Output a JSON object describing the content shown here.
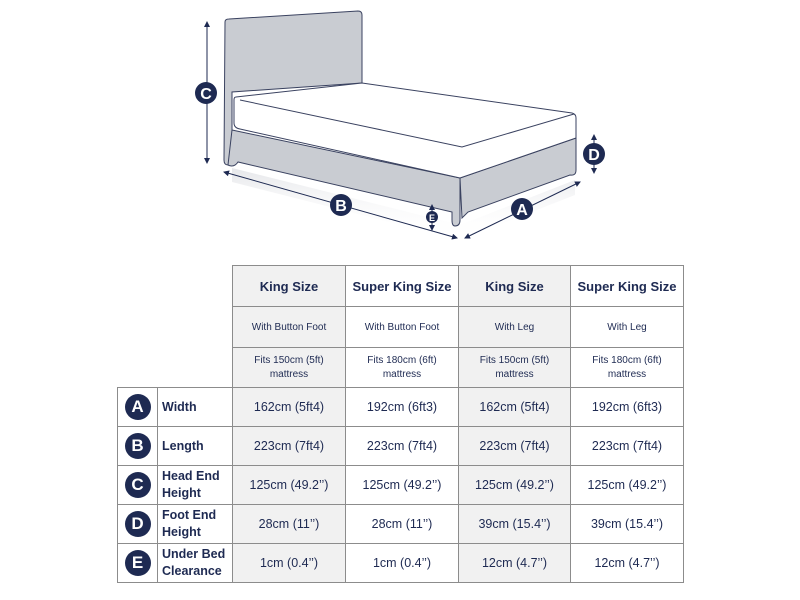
{
  "diagram": {
    "title": "Bed frame dimension diagram",
    "markers": [
      "A",
      "B",
      "C",
      "D",
      "E"
    ],
    "colors": {
      "navy": "#1e2a52",
      "frame_fill": "#c9ccd2",
      "mattress": "#ffffff",
      "outline": "#3a4260"
    }
  },
  "table": {
    "columns": [
      {
        "title": "King Size",
        "foot": "With Button Foot",
        "fits_line1": "Fits 150cm (5ft)",
        "fits_line2": "mattress"
      },
      {
        "title": "Super King Size",
        "foot": "With Button Foot",
        "fits_line1": "Fits 180cm (6ft)",
        "fits_line2": "mattress"
      },
      {
        "title": "King Size",
        "foot": "With Leg",
        "fits_line1": "Fits 150cm (5ft)",
        "fits_line2": "mattress"
      },
      {
        "title": "Super King Size",
        "foot": "With Leg",
        "fits_line1": "Fits 180cm (6ft)",
        "fits_line2": "mattress"
      }
    ],
    "rows": [
      {
        "badge": "A",
        "label_line1": "Width",
        "label_line2": "",
        "values": [
          "162cm (5ft4)",
          "192cm (6ft3)",
          "162cm (5ft4)",
          "192cm (6ft3)"
        ]
      },
      {
        "badge": "B",
        "label_line1": "Length",
        "label_line2": "",
        "values": [
          "223cm (7ft4)",
          "223cm (7ft4)",
          "223cm (7ft4)",
          "223cm (7ft4)"
        ]
      },
      {
        "badge": "C",
        "label_line1": "Head End",
        "label_line2": "Height",
        "values": [
          "125cm (49.2’’)",
          "125cm (49.2’’)",
          "125cm (49.2’’)",
          "125cm (49.2’’)"
        ]
      },
      {
        "badge": "D",
        "label_line1": "Foot End",
        "label_line2": "Height",
        "values": [
          "28cm (11’’)",
          "28cm (11’’)",
          "39cm (15.4’’)",
          "39cm (15.4’’)"
        ]
      },
      {
        "badge": "E",
        "label_line1": "Under Bed",
        "label_line2": "Clearance",
        "values": [
          "1cm (0.4’’)",
          "1cm (0.4’’)",
          "12cm (4.7’’)",
          "12cm (4.7’’)"
        ]
      }
    ]
  }
}
